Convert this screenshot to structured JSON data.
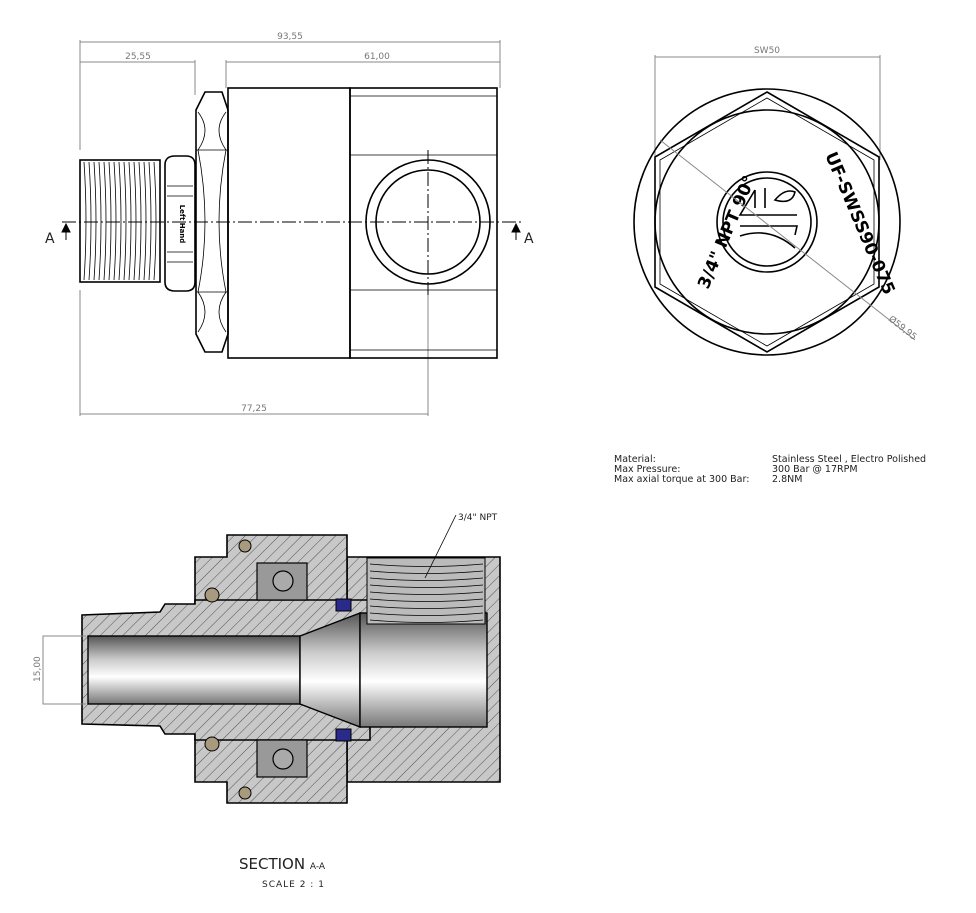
{
  "dimensions": {
    "overall_length": "93,55",
    "left_length": "25,55",
    "right_length": "61,00",
    "port_center": "77,25",
    "bore_diameter": "15,00",
    "hex_size": "SW50",
    "outer_diameter": "Ø59,95"
  },
  "section_markers": {
    "left": "A",
    "right": "A"
  },
  "engravings": {
    "nut_text": "Left Hand",
    "left_face": "3/4\" NPT 90°",
    "right_face": "UF-SWSS90-075"
  },
  "callouts": {
    "thread": "3/4\" NPT"
  },
  "specs": [
    {
      "label": "Material:",
      "value": "Stainless Steel , Electro Polished"
    },
    {
      "label": "Max Pressure:",
      "value": "300 Bar @ 17RPM"
    },
    {
      "label": "Max axial torque at 300 Bar:",
      "value": "2.8NM"
    }
  ],
  "section": {
    "title": "SECTION",
    "suffix": "A-A",
    "scale": "SCALE 2 : 1"
  },
  "colors": {
    "hatch": "#c8c8c8",
    "oring": "#a89a7c",
    "seal": "#2a2a8a"
  }
}
